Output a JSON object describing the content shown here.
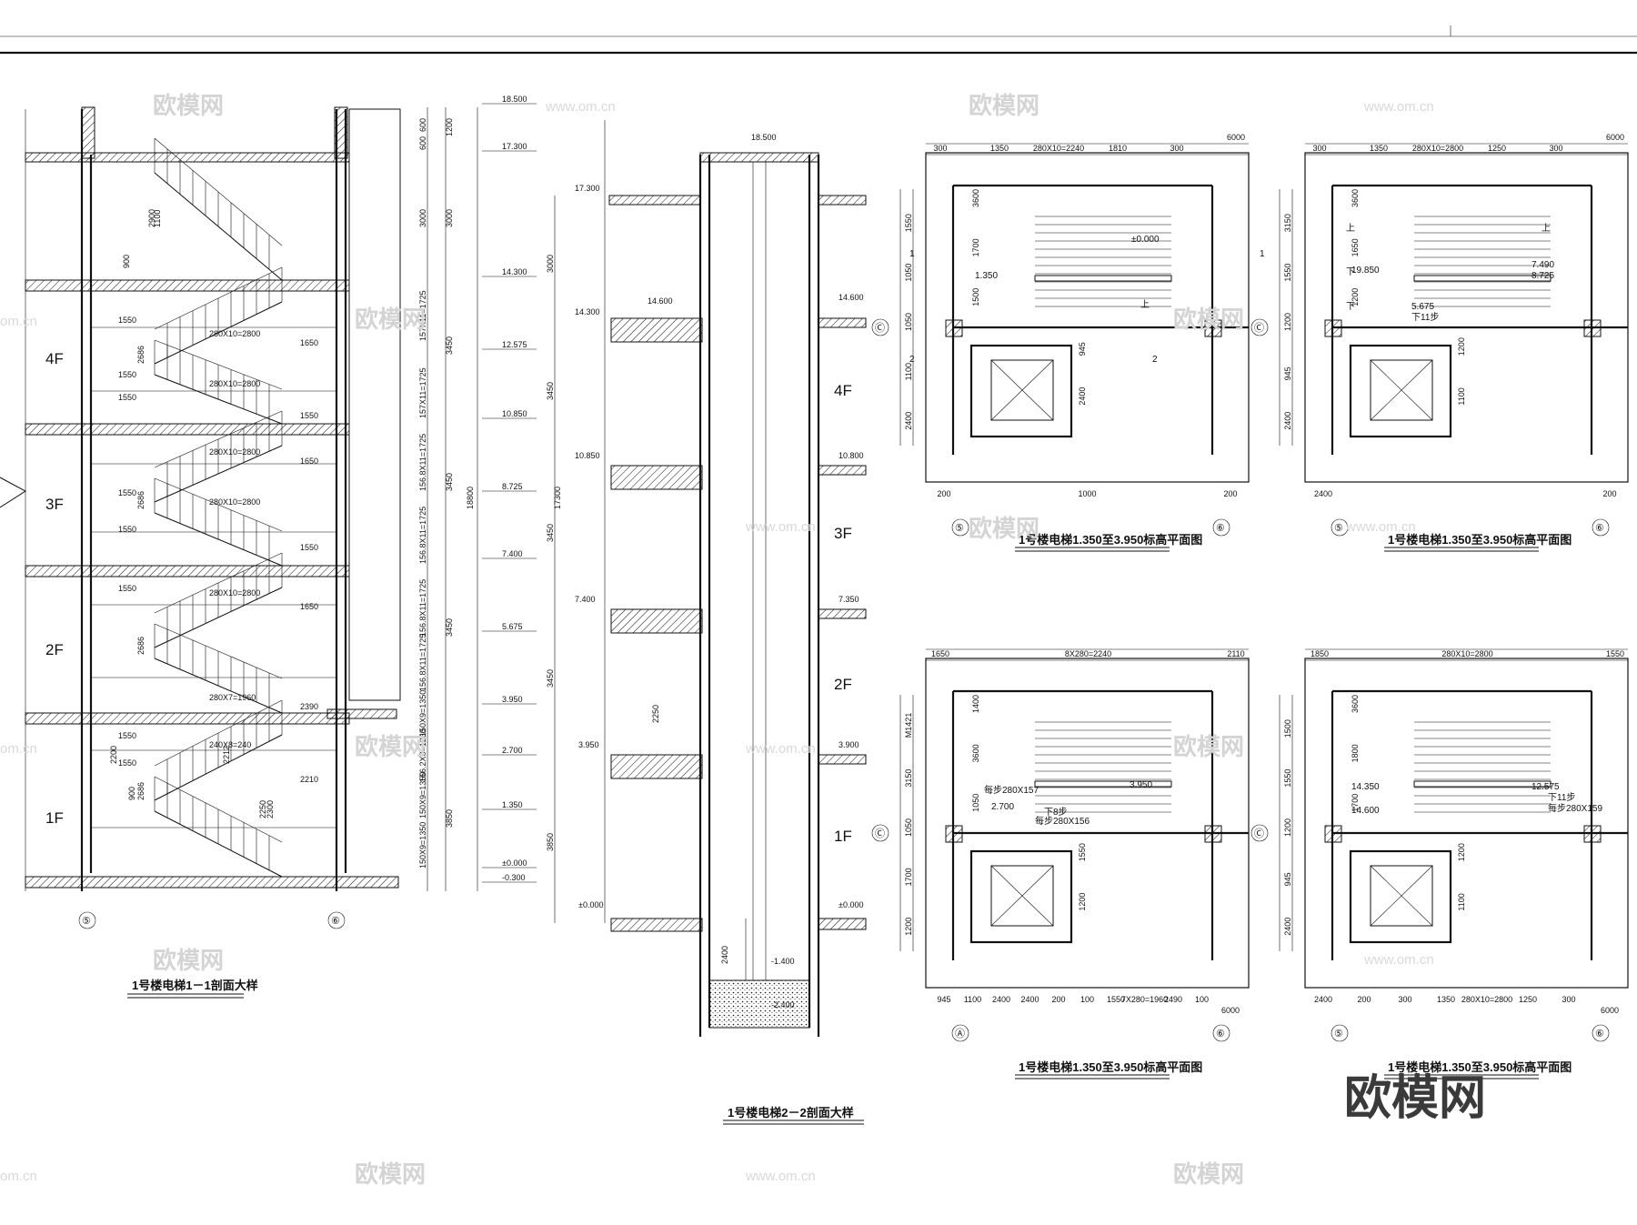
{
  "titles": {
    "section_1_1": "1号楼电梯1－1剖面大样",
    "section_2_2": "1号楼电梯2－2剖面大样",
    "plan_top_left": "1号楼电梯1.350至3.950标高平面图",
    "plan_top_right": "1号楼电梯1.350至3.950标高平面图",
    "plan_bottom_left": "1号楼电梯1.350至3.950标高平面图",
    "plan_bottom_right": "1号楼电梯1.350至3.950标高平面图"
  },
  "floors": [
    "4F",
    "3F",
    "2F",
    "1F"
  ],
  "elevations_1_1": [
    "18.500",
    "17.300",
    "14.300",
    "12.575",
    "10.850",
    "8.725",
    "7.400",
    "5.675",
    "3.950",
    "2.700",
    "1.350",
    "±0.000",
    "-0.300"
  ],
  "elevations_2_2": [
    "18.500",
    "17.300",
    "14.300",
    "14.600",
    "14.600",
    "10.850",
    "10.800",
    "7.400",
    "7.350",
    "3.950",
    "3.900",
    "±0.000",
    "±0.000",
    "-1.400",
    "-2.400"
  ],
  "vertical_dims_1_1": [
    "600",
    "600",
    "1200",
    "3000",
    "3000",
    "157X11=1725",
    "3450",
    "157X11=1725",
    "156.8X11=1725",
    "3450",
    "156.8X11=1725",
    "156.8X11=1725",
    "3450",
    "156.8X11=1725",
    "150X9=1350",
    "156.2X8=1250",
    "150X9=1350",
    "3850",
    "150X9=1350",
    "18800",
    "17300"
  ],
  "vertical_dims_2_2": [
    "3000",
    "3450",
    "3450",
    "3450",
    "3850",
    "2250",
    "2400"
  ],
  "stair_dims": [
    "1550",
    "280X10=2800",
    "1650",
    "1550",
    "280X10=2800",
    "1550",
    "1550",
    "280X10=2800",
    "1650",
    "1550",
    "280X10=2800",
    "1550",
    "1550",
    "280X10=2800",
    "1650",
    "1550",
    "280X7=1960",
    "2390",
    "1550",
    "240X8=240",
    "2210",
    "1550",
    "2686",
    "2686",
    "2686",
    "2686",
    "2200",
    "2300",
    "2250",
    "2212",
    "900",
    "900",
    "1100",
    "2900"
  ],
  "axes": [
    "⑤",
    "⑥",
    "Ⓒ",
    "Ⓐ"
  ],
  "plan_dims_top_left": [
    "300",
    "1350",
    "280X10=2240",
    "1810",
    "300",
    "6000",
    "3600",
    "1550",
    "1700",
    "1050",
    "1500",
    "1050",
    "945",
    "1100",
    "2400",
    "2400",
    "200",
    "1000",
    "200"
  ],
  "plan_dims_top_right": [
    "300",
    "1350",
    "280X10=2800",
    "1250",
    "300",
    "6000",
    "3600",
    "3150",
    "1650",
    "1550",
    "1200",
    "1200",
    "1200",
    "945",
    "1100",
    "2400",
    "2400",
    "200"
  ],
  "plan_dims_bottom_left": [
    "1650",
    "8X280=2240",
    "2110",
    "1400",
    "M1421",
    "3600",
    "3150",
    "1050",
    "1050",
    "1550",
    "1700",
    "1200",
    "1200",
    "945",
    "1100",
    "2400",
    "2400",
    "200",
    "100",
    "1550",
    "7X280=1960",
    "2490",
    "100",
    "6000"
  ],
  "plan_dims_bottom_right": [
    "1850",
    "280X10=2800",
    "1550",
    "3600",
    "1500",
    "1800",
    "1550",
    "1700",
    "1200",
    "1200",
    "945",
    "1100",
    "2400",
    "2400",
    "200",
    "300",
    "1350",
    "280X10=2800",
    "1250",
    "300",
    "6000"
  ],
  "plan_labels": [
    "±0.000",
    "1.350",
    "上",
    "上",
    "下",
    "上",
    "下",
    "19.850",
    "7.490",
    "8.725",
    "5.675",
    "下11步",
    "每步280X157",
    "3.950",
    "2.700",
    "下8步",
    "每步280X156",
    "14.350",
    "14.600",
    "12.575",
    "下11步",
    "每步280X159",
    "1",
    "1",
    "2",
    "2"
  ],
  "watermarks": [
    "欧模网",
    "www.om.cn",
    "om.cn"
  ],
  "watermark_big": "欧模网"
}
